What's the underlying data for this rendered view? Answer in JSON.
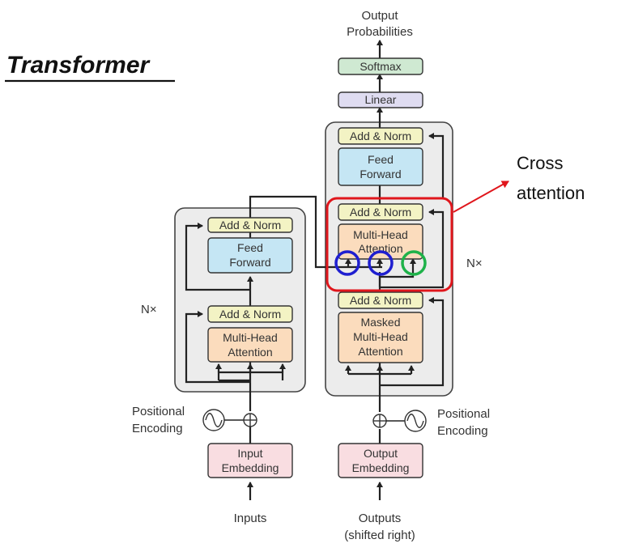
{
  "title": "Transformer",
  "colors": {
    "add_norm": "#f3f3c4",
    "feed_forward": "#c5e6f4",
    "attention": "#fbdcbd",
    "embedding": "#f9dde1",
    "softmax": "#cfe9d2",
    "linear": "#dfdcf1",
    "stack_bg": "#ececec",
    "highlight_red": "#e0161c",
    "circle_blue": "#1f1fd0",
    "circle_green": "#1fb24a"
  },
  "output": {
    "line1": "Output",
    "line2": "Probabilities"
  },
  "softmax": "Softmax",
  "linear": "Linear",
  "encoder": {
    "add_norm_top": "Add & Norm",
    "ff_line1": "Feed",
    "ff_line2": "Forward",
    "add_norm_bottom": "Add & Norm",
    "mha_line1": "Multi-Head",
    "mha_line2": "Attention",
    "nx": "N×"
  },
  "decoder": {
    "add_norm_top": "Add & Norm",
    "ff_line1": "Feed",
    "ff_line2": "Forward",
    "add_norm_mid": "Add & Norm",
    "cross_line1": "Multi-Head",
    "cross_line2": "Attention",
    "add_norm_bottom": "Add & Norm",
    "masked_line1": "Masked",
    "masked_line2": "Multi-Head",
    "masked_line3": "Attention",
    "nx": "N×"
  },
  "pos_enc_left": {
    "line1": "Positional",
    "line2": "Encoding"
  },
  "pos_enc_right": {
    "line1": "Positional",
    "line2": "Encoding"
  },
  "input_embedding": {
    "line1": "Input",
    "line2": "Embedding"
  },
  "output_embedding": {
    "line1": "Output",
    "line2": "Embedding"
  },
  "inputs": "Inputs",
  "outputs": {
    "line1": "Outputs",
    "line2": "(shifted right)"
  },
  "cross_attention_label": {
    "line1": "Cross",
    "line2": "attention"
  }
}
